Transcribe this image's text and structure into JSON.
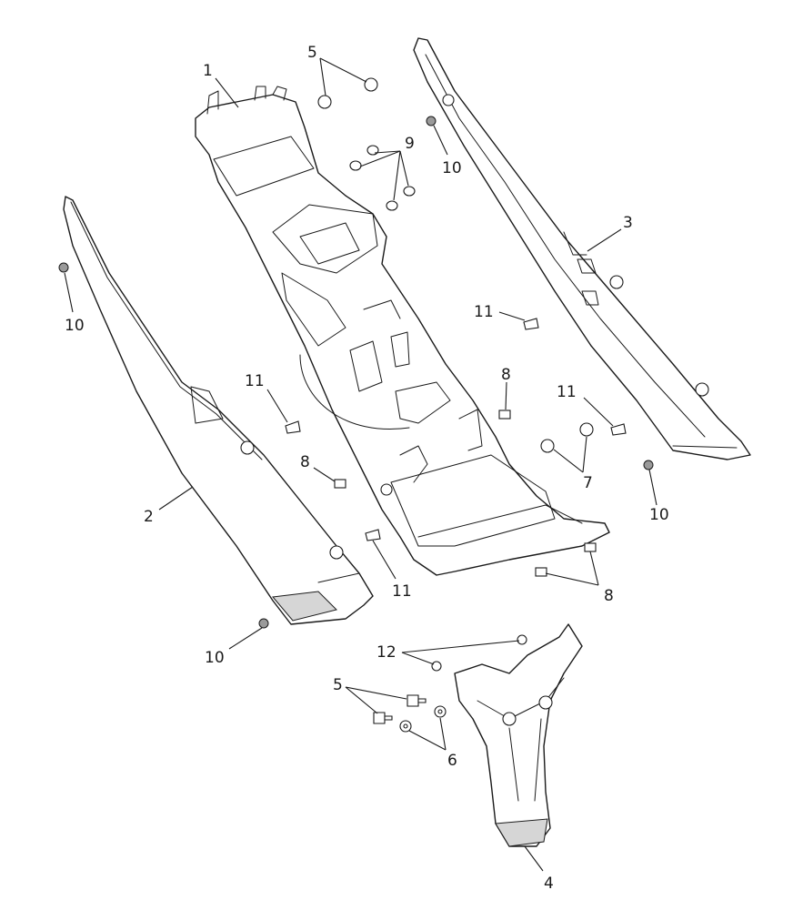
{
  "callouts": {
    "c1": "1",
    "c2": "2",
    "c3": "3",
    "c4": "4",
    "c5a": "5",
    "c5b": "5",
    "c6": "6",
    "c7": "7",
    "c8a": "8",
    "c8b": "8",
    "c8c": "8",
    "c9": "9",
    "c10a": "10",
    "c10b": "10",
    "c10c": "10",
    "c10d": "10",
    "c11a": "11",
    "c11b": "11",
    "c11c": "11",
    "c11d": "11",
    "c12": "12"
  }
}
